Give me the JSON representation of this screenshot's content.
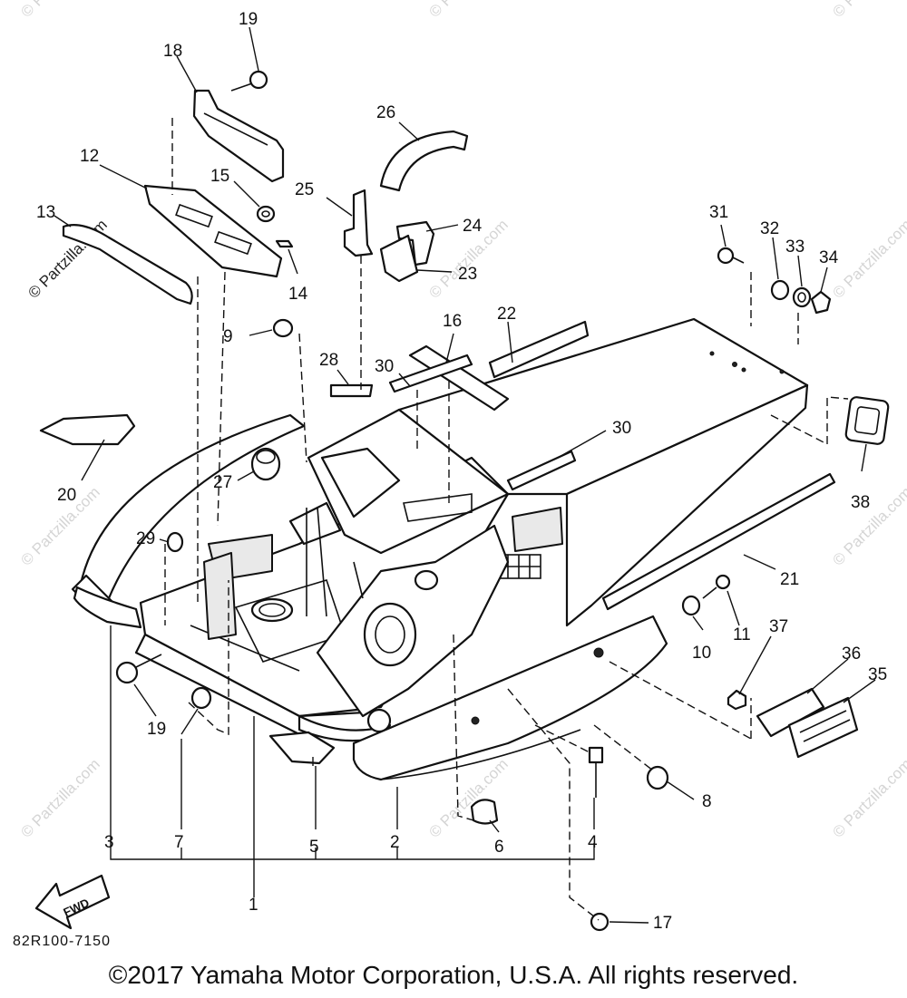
{
  "watermark": "© Partzilla.com",
  "drawing_code": "82R100-7150",
  "copyright": "©2017 Yamaha Motor Corporation, U.S.A. All rights reserved.",
  "fwd_label": "FWD",
  "callouts": {
    "c1": "1",
    "c2": "2",
    "c3": "3",
    "c4": "4",
    "c5": "5",
    "c6": "6",
    "c7": "7",
    "c8": "8",
    "c9": "9",
    "c10": "10",
    "c11": "11",
    "c12": "12",
    "c13": "13",
    "c14": "14",
    "c15": "15",
    "c16": "16",
    "c17": "17",
    "c18": "18",
    "c19a": "19",
    "c19b": "19",
    "c20": "20",
    "c21": "21",
    "c22": "22",
    "c23": "23",
    "c24": "24",
    "c25": "25",
    "c26": "26",
    "c27": "27",
    "c28": "28",
    "c29": "29",
    "c30a": "30",
    "c30b": "30",
    "c31": "31",
    "c32": "32",
    "c33": "33",
    "c34": "34",
    "c35": "35",
    "c36": "36",
    "c37": "37",
    "c38": "38"
  }
}
